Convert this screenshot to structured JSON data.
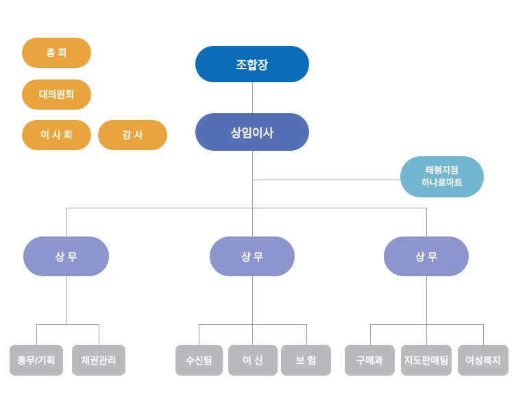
{
  "colors": {
    "blue": "#0c6cb8",
    "indigo": "#5570b4",
    "periwinkle": "#8b95cc",
    "orange": "#e9a43d",
    "teal": "#72b5ce",
    "gray": "#b9b9be",
    "line": "#9c9c9c",
    "text": "#ffffff"
  },
  "governance": [
    {
      "label": "총 회"
    },
    {
      "label": "대의원회"
    },
    {
      "label": "이 사 회"
    },
    {
      "label": "감 사"
    }
  ],
  "hierarchy": {
    "chairman": {
      "label": "조합장"
    },
    "executive_director": {
      "label": "상임이사"
    },
    "hanaro_branch": {
      "line1": "태평지점",
      "line2": "하나로마트"
    },
    "managing_directors": [
      {
        "label": "상 무"
      },
      {
        "label": "상 무"
      },
      {
        "label": "상 무"
      }
    ],
    "departments": [
      {
        "label": "총무/기획"
      },
      {
        "label": "채권관리"
      },
      {
        "label": "수신팀"
      },
      {
        "label": "여 신"
      },
      {
        "label": "보 험"
      },
      {
        "label": "구매과"
      },
      {
        "label": "지도판매팀"
      },
      {
        "label": "여성복지"
      }
    ]
  }
}
